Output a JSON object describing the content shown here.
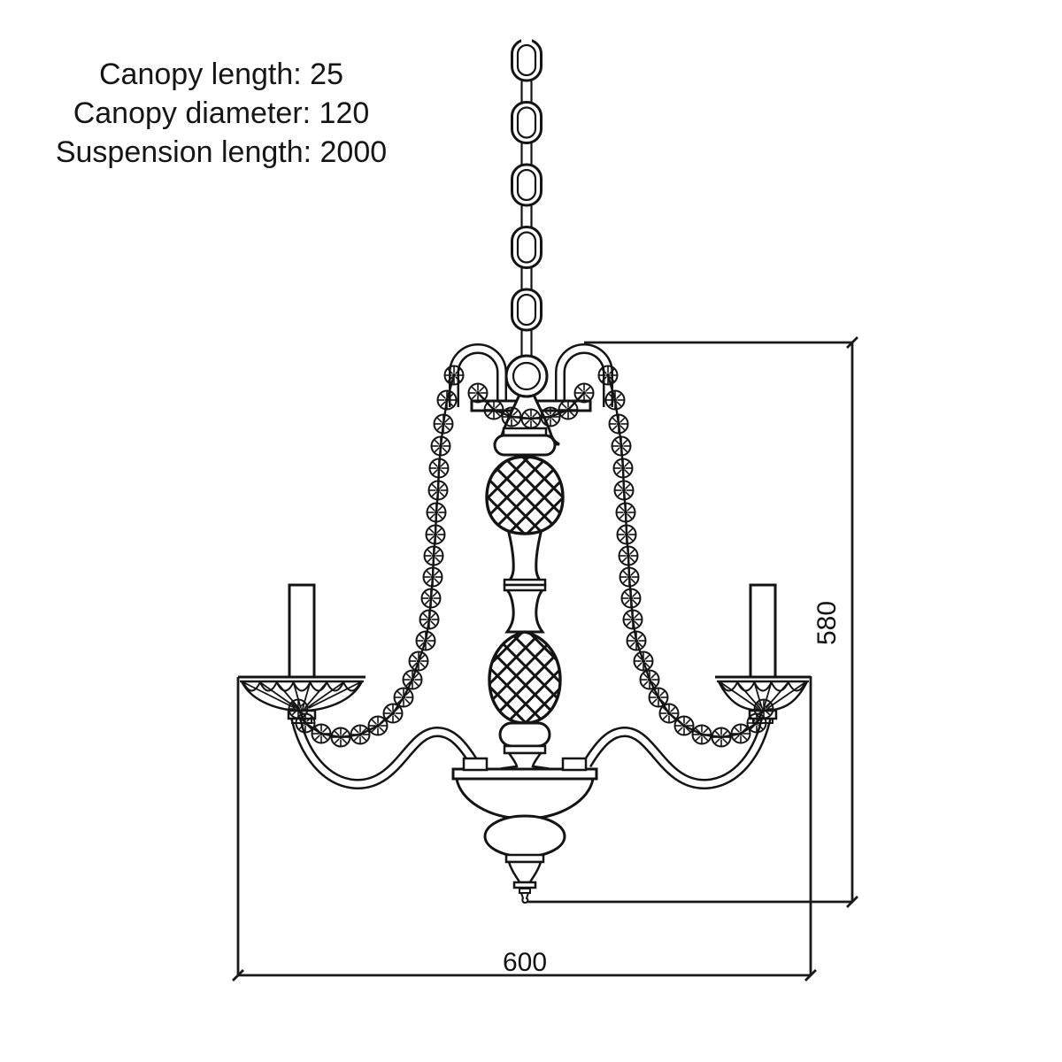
{
  "specs": {
    "lines": [
      "Canopy length: 25",
      "Canopy diameter: 120",
      "Suspension length: 2000"
    ]
  },
  "dimensions": {
    "height": "580",
    "width": "600"
  }
}
